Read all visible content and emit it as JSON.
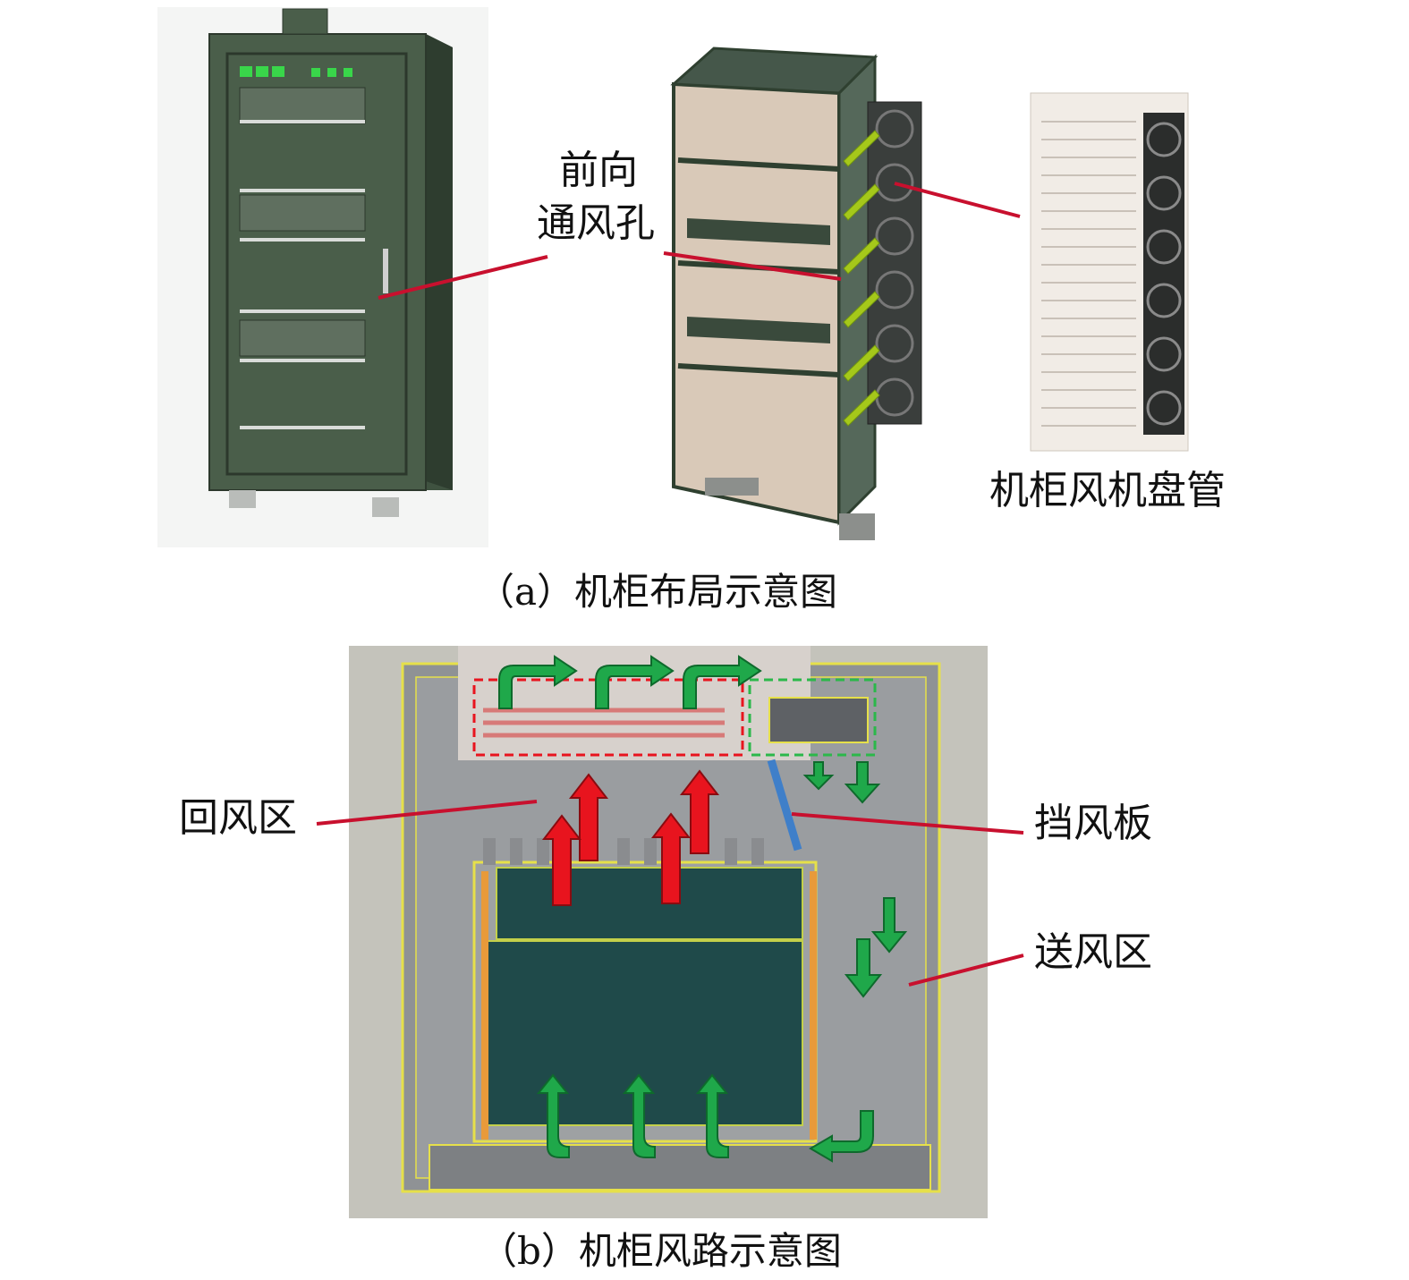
{
  "top": {
    "front_vent_label_line1": "前向",
    "front_vent_label_line2": "通风孔",
    "fan_coil_label": "机柜风机盘管",
    "caption": "（a）机柜布局示意图"
  },
  "bottom": {
    "return_zone_label": "回风区",
    "baffle_label": "挡风板",
    "supply_zone_label": "送风区",
    "caption": "（b）机柜风路示意图"
  },
  "colors": {
    "cabinet_green": "#4a5e4a",
    "annotation_red": "#c8102e",
    "flow_green": "#1fa84a",
    "flow_red": "#e8141e",
    "outline_yellow": "#e6e04a",
    "board_teal": "#1f4a4a"
  }
}
